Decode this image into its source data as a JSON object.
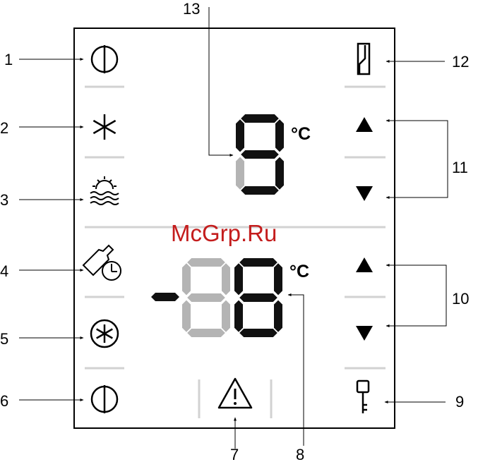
{
  "watermark": "McGrp.Ru",
  "display": {
    "fridge_temp_unit": "°C",
    "freezer_temp_unit": "°C"
  },
  "callouts": {
    "power_fridge": "1",
    "supercool": "2",
    "holiday_mode": "3",
    "bottle_timer": "4",
    "superfrost": "5",
    "power_freezer": "6",
    "alarm": "7",
    "freezer_display": "8",
    "child_lock": "9",
    "freezer_temp_buttons": "10",
    "fridge_temp_buttons": "11",
    "door_open": "12",
    "fridge_display": "13"
  },
  "colors": {
    "segment_on": "#111111",
    "segment_off": "#b4b4b4",
    "separator": "#d2d2d2",
    "watermark": "#c41d1d"
  }
}
